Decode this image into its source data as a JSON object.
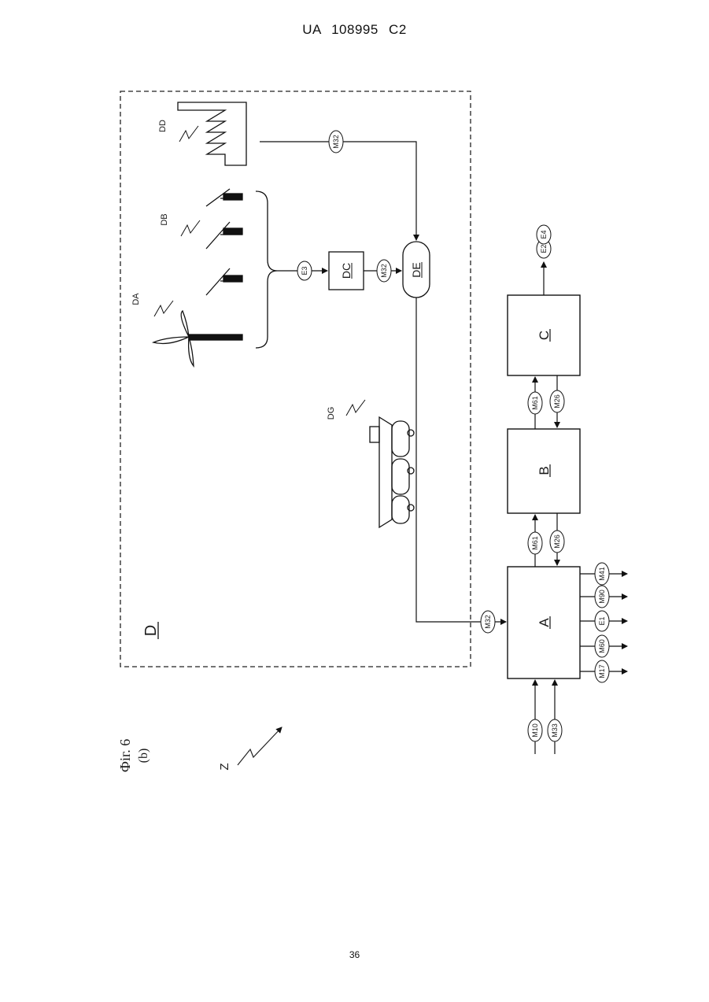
{
  "header": {
    "text": "UA   108995   C2"
  },
  "caption": {
    "line1": "Фіг. 6",
    "line2": "(b)"
  },
  "pointer_label": "Z",
  "page_number": "36",
  "diagram": {
    "region_label": "D",
    "nodes": {
      "A": "A",
      "B": "B",
      "C": "C",
      "DC": "DC",
      "DE": "DE"
    },
    "sources": {
      "DA": "DA",
      "DB": "DB",
      "DD": "DD",
      "DG": "DG"
    },
    "streams": {
      "M10": "M10",
      "M33": "M33",
      "M17": "M17",
      "M60": "M60",
      "E1": "E1",
      "M90": "M90",
      "M41": "M41",
      "M32_in_A": "M32",
      "M61_AB": "M61",
      "M26_AB": "M26",
      "M61_BC": "M61",
      "M26_BC": "M26",
      "E2": "E2",
      "E4": "E4",
      "E3": "E3",
      "M32_DC": "M32",
      "M32_DD": "M32"
    }
  }
}
